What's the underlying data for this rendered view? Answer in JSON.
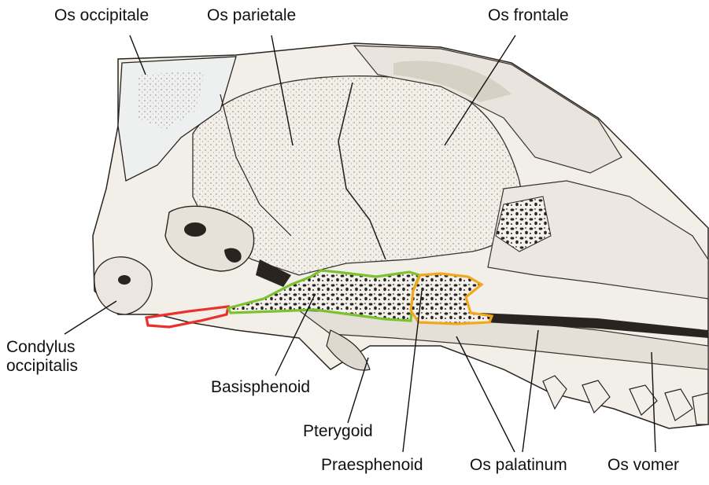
{
  "labels": {
    "os_occipitale": "Os occipitale",
    "os_parietale": "Os parietale",
    "os_frontale": "Os frontale",
    "condylus_line1": "Condylus",
    "condylus_line2": "occipitalis",
    "basisphenoid": "Basisphenoid",
    "pterygoid": "Pterygoid",
    "praesphenoid": "Praesphenoid",
    "os_palatinum": "Os palatinum",
    "os_vomer": "Os vomer"
  },
  "highlight_colors": {
    "condylus_outline": "#e8322b",
    "basisphenoid_outline": "#7cc230",
    "praesphenoid_outline": "#f2a81d"
  },
  "illustration": {
    "bone_fill": "#efece6",
    "bone_shade": "#d8d2c8",
    "ink": "#2a2420"
  }
}
